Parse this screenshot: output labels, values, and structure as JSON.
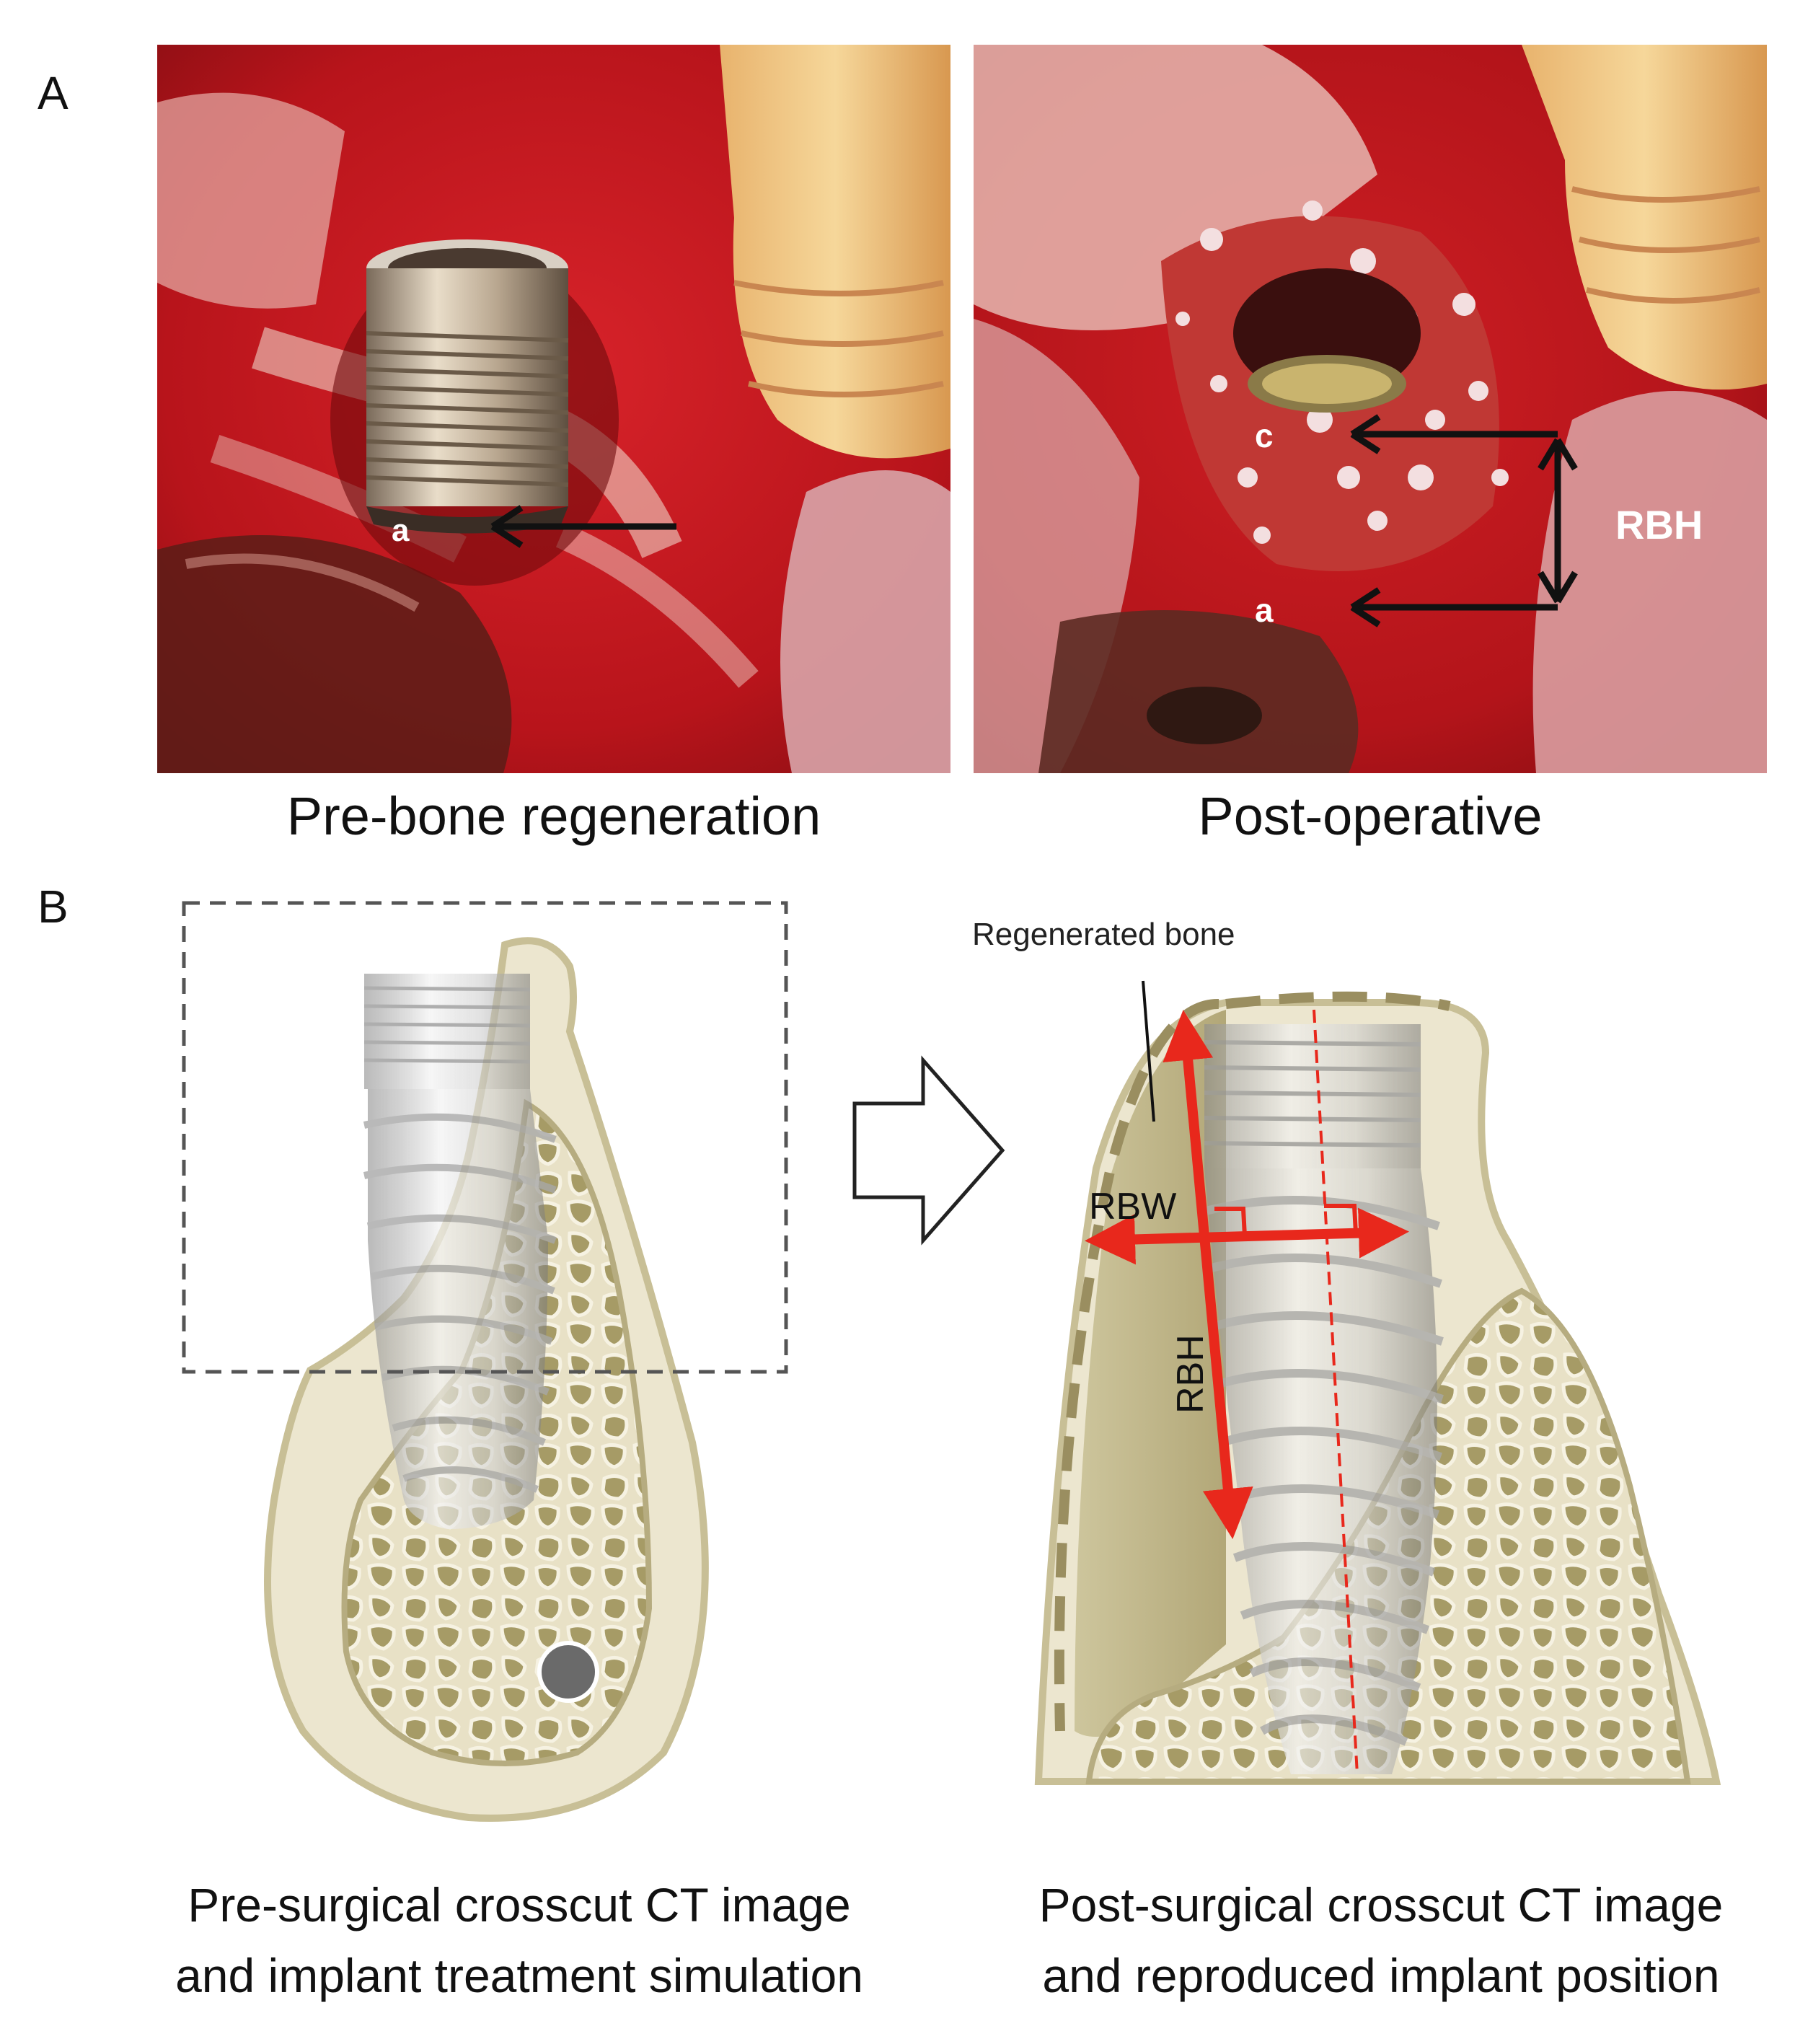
{
  "panel_a": {
    "letter": "A",
    "left_photo": {
      "caption": "Pre-bone regeneration",
      "label_a": "a"
    },
    "right_photo": {
      "caption": "Post-operative",
      "label_c": "c",
      "label_a": "a",
      "label_rbh": "RBH"
    }
  },
  "panel_b": {
    "letter": "B",
    "left_caption_line1": "Pre-surgical crosscut CT image",
    "left_caption_line2": "and implant treatment simulation",
    "right_caption_line1": "Post-surgical crosscut CT image",
    "right_caption_line2": "and reproduced implant position",
    "regenerated_bone_label": "Regenerated bone",
    "rbw_label": "RBW",
    "rbh_label": "RBH"
  },
  "colors": {
    "tissue_red": "#c8141c",
    "bone_light": "#ece6cf",
    "bone_mid": "#c8bf96",
    "marrow": "#a49866",
    "measure_red": "#e8281c"
  }
}
